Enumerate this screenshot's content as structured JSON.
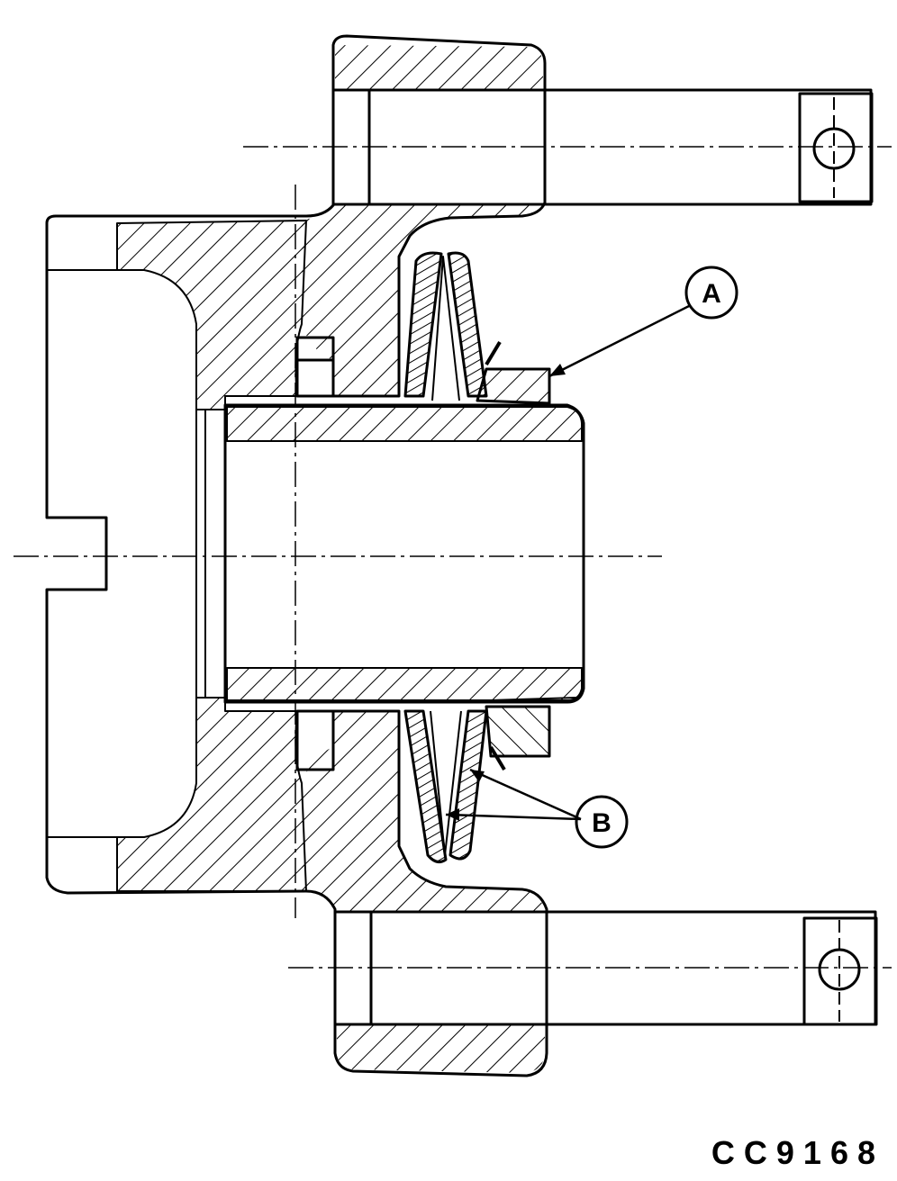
{
  "callouts": {
    "a": "A",
    "b": "B"
  },
  "figure_code": "CC9168"
}
